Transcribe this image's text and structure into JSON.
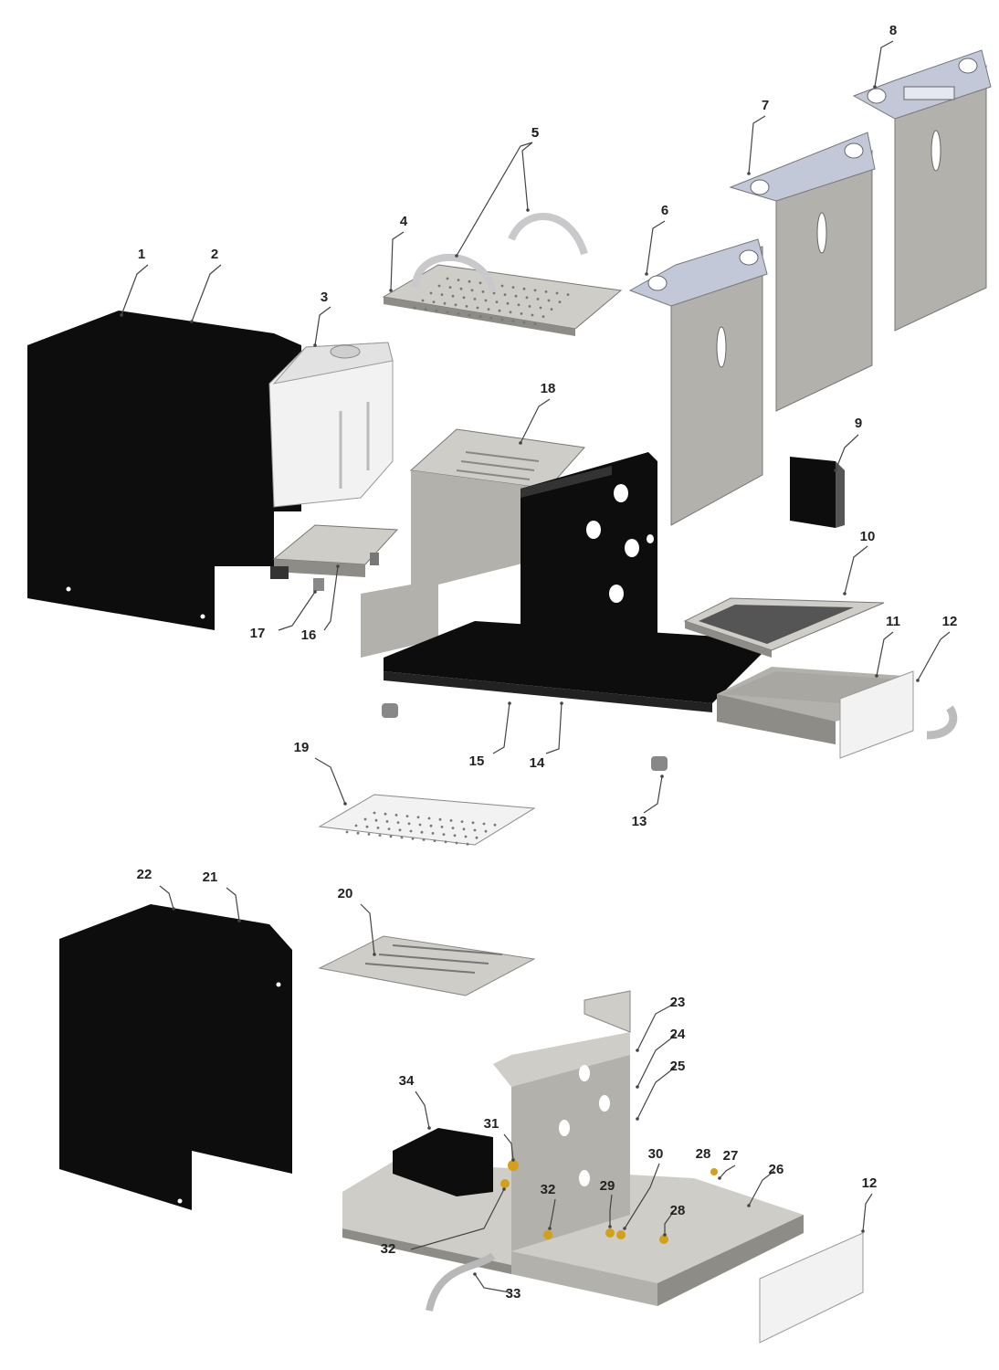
{
  "colors": {
    "black_panel": "#0d0d0d",
    "steel": "#b3b1ab",
    "steel_light": "#cfcdc8",
    "steel_dark": "#8e8c86",
    "blue_tint": "#c3c8d8",
    "white_part": "#f2f2f2",
    "brass": "#d4a017",
    "hose": "#b8b8b8"
  },
  "callouts": [
    {
      "id": "c1",
      "label": "1"
    },
    {
      "id": "c2",
      "label": "2"
    },
    {
      "id": "c3",
      "label": "3"
    },
    {
      "id": "c4",
      "label": "4"
    },
    {
      "id": "c5a",
      "label": "5"
    },
    {
      "id": "c5b",
      "label": "5"
    },
    {
      "id": "c6",
      "label": "6"
    },
    {
      "id": "c7",
      "label": "7"
    },
    {
      "id": "c8",
      "label": "8"
    },
    {
      "id": "c9",
      "label": "9"
    },
    {
      "id": "c10",
      "label": "10"
    },
    {
      "id": "c11",
      "label": "11"
    },
    {
      "id": "c12a",
      "label": "12"
    },
    {
      "id": "c13",
      "label": "13"
    },
    {
      "id": "c14",
      "label": "14"
    },
    {
      "id": "c15",
      "label": "15"
    },
    {
      "id": "c16",
      "label": "16"
    },
    {
      "id": "c17",
      "label": "17"
    },
    {
      "id": "c18",
      "label": "18"
    },
    {
      "id": "c19",
      "label": "19"
    },
    {
      "id": "c20",
      "label": "20"
    },
    {
      "id": "c21",
      "label": "21"
    },
    {
      "id": "c22",
      "label": "22"
    },
    {
      "id": "c23",
      "label": "23"
    },
    {
      "id": "c24",
      "label": "24"
    },
    {
      "id": "c25",
      "label": "25"
    },
    {
      "id": "c26",
      "label": "26"
    },
    {
      "id": "c27",
      "label": "27"
    },
    {
      "id": "c28a",
      "label": "28"
    },
    {
      "id": "c28b",
      "label": "28"
    },
    {
      "id": "c29",
      "label": "29"
    },
    {
      "id": "c30",
      "label": "30"
    },
    {
      "id": "c31",
      "label": "31"
    },
    {
      "id": "c32a",
      "label": "32"
    },
    {
      "id": "c32b",
      "label": "32"
    },
    {
      "id": "c33",
      "label": "33"
    },
    {
      "id": "c34",
      "label": "34"
    },
    {
      "id": "c12b",
      "label": "12"
    }
  ]
}
